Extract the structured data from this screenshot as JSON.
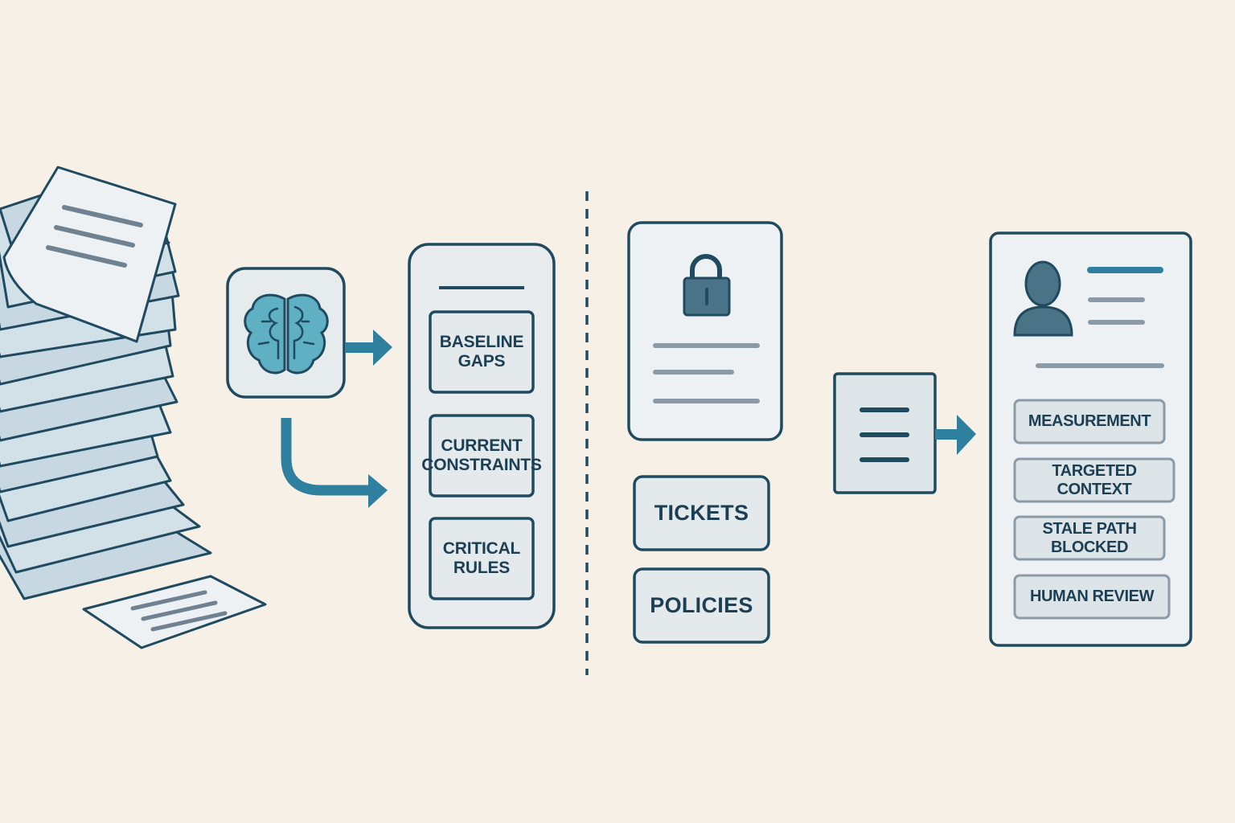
{
  "context_panel": {
    "items": [
      {
        "label": "BASELINE\nGAPS"
      },
      {
        "label": "CURRENT\nCONSTRAINTS"
      },
      {
        "label": "CRITICAL\nRULES"
      }
    ]
  },
  "sources_panel": {
    "items": [
      {
        "label": "TICKETS"
      },
      {
        "label": "POLICIES"
      }
    ]
  },
  "output_panel": {
    "items": [
      {
        "label": "MEASUREMENT"
      },
      {
        "label": "TARGETED CONTEXT"
      },
      {
        "label": "STALE PATH BLOCKED"
      },
      {
        "label": "HUMAN REVIEW"
      }
    ]
  },
  "colors": {
    "background": "#f6f0e6",
    "outline": "#1f4a60",
    "panel_fill": "#e8ecee",
    "accent": "#2f7f9e",
    "brain_fill": "#5fb0c2",
    "paper_fill": "#c7d8e2",
    "text_line": "#8a9aa6"
  }
}
